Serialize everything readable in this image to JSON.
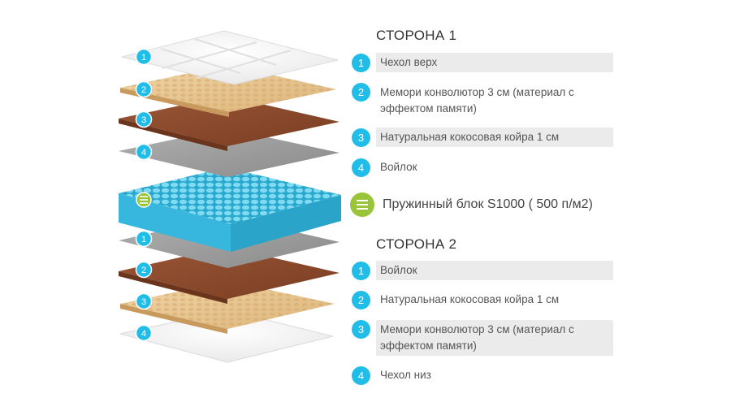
{
  "colors": {
    "accent_blue": "#1fbde8",
    "accent_green": "#9ac43a",
    "label_bar": "#ebebeb",
    "cover": "#f2f2f2",
    "memory_foam": "#e8c691",
    "coconut_coir": "#8a4a2c",
    "felt": "#9c9c9c",
    "springs": "#56c4e2"
  },
  "side1": {
    "title": "СТОРОНА 1",
    "items": [
      {
        "num": "1",
        "text": "Чехол верх"
      },
      {
        "num": "2",
        "text": "Мемори конволютор 3 см (материал с эффектом памяти)"
      },
      {
        "num": "3",
        "text": "Натуральная кокосовая койра 1 см"
      },
      {
        "num": "4",
        "text": "Войлок"
      }
    ]
  },
  "spring": {
    "icon": "spring-block-icon",
    "text": "Пружинный блок S1000 ( 500 п/м2)"
  },
  "side2": {
    "title": "СТОРОНА 2",
    "items": [
      {
        "num": "1",
        "text": "Войлок"
      },
      {
        "num": "2",
        "text": "Натуральная кокосовая койра 1 см"
      },
      {
        "num": "3",
        "text": "Мемори конволютор 3 см (материал с эффектом памяти)"
      },
      {
        "num": "4",
        "text": "Чехол низ"
      }
    ]
  },
  "stack_badges": [
    "1",
    "2",
    "3",
    "4",
    "1",
    "2",
    "3",
    "4"
  ]
}
